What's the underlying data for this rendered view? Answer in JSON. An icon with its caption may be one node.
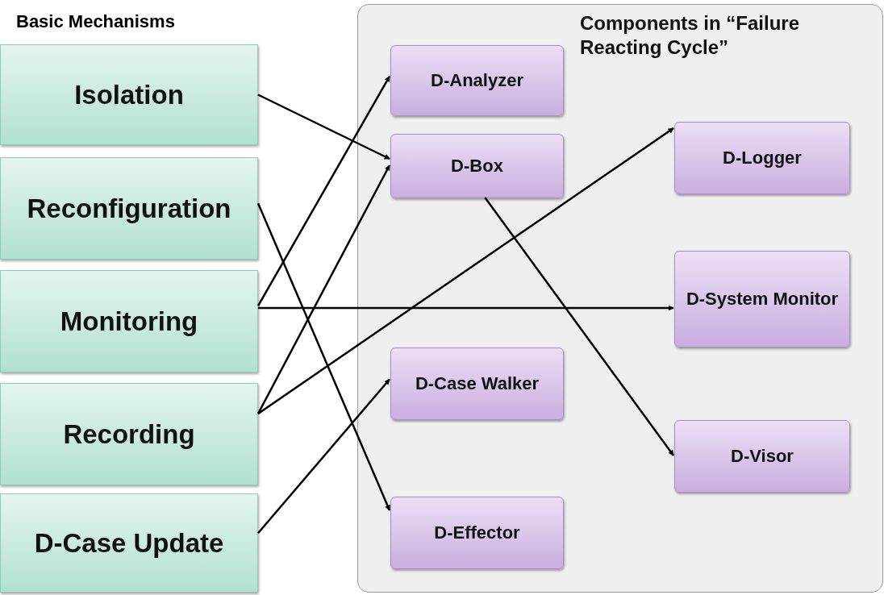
{
  "diagram": {
    "nodes": [
      {
        "text": [
          "Isolation"
        ]
      },
      {
        "text": [
          "Reconfiguration"
        ]
      },
      {
        "text": [
          "Monitoring"
        ]
      },
      {
        "text": [
          "Recording"
        ]
      },
      {
        "text": [
          "D-Case Update"
        ]
      },
      {
        "text": [
          "Components in “Failure Reacting Cycle”"
        ]
      },
      {
        "text": [
          "D-Analyzer"
        ],
        "in": 5
      },
      {
        "text": [
          "D-Box"
        ],
        "in": 5
      },
      {
        "text": [
          "D-Case Walker"
        ],
        "in": 5
      },
      {
        "text": [
          "D-Effector"
        ],
        "in": 5
      },
      {
        "text": [
          "D-Logger"
        ],
        "in": 5
      },
      {
        "text": [
          "D-System Monitor"
        ],
        "in": 5
      },
      {
        "text": [
          "D-Visor"
        ],
        "in": 5
      }
    ],
    "edges": [
      {
        "from": 0,
        "to": 7,
        "arrow": "to"
      },
      {
        "from": 1,
        "to": 9,
        "arrow": "to"
      },
      {
        "from": 2,
        "to": 6,
        "arrow": "to"
      },
      {
        "from": 2,
        "to": 11,
        "arrow": "to"
      },
      {
        "from": 3,
        "to": 7,
        "arrow": "to"
      },
      {
        "from": 3,
        "to": 10,
        "arrow": "to"
      },
      {
        "from": 4,
        "to": 8,
        "arrow": "to"
      },
      {
        "from": 7,
        "to": 12,
        "arrow": "to"
      }
    ],
    "labels": [
      "Basic Mechanisms"
    ]
  }
}
